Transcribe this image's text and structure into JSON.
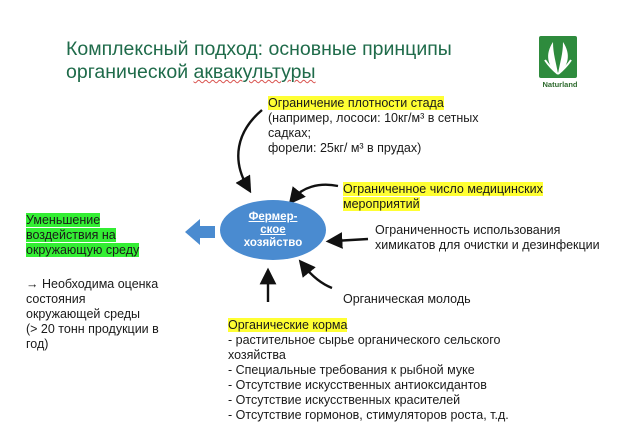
{
  "title": {
    "line1": "Комплексный подход: основные принципы",
    "line2_prefix": "органической ",
    "line2_underlined": "аквакультуры"
  },
  "logo": {
    "text": "Naturland",
    "icon": "naturland-leaf-logo"
  },
  "center": {
    "line1": "Фермер-",
    "line2": "ское",
    "line3": "хозяйство"
  },
  "stocking": {
    "heading": "Ограничение плотности стада",
    "lines": [
      "(например, лососи: 10кг/м³ в сетных",
      "садках;",
      "форели: 25кг/ м³ в прудах)"
    ]
  },
  "medical": {
    "lines": [
      "Ограниченное число медицинских",
      "мероприятий"
    ]
  },
  "chemicals": {
    "lines": [
      "Ограниченность использования",
      "химикатов для очистки и дезинфекции"
    ]
  },
  "juveniles": {
    "label": "Органическая молодь"
  },
  "feed": {
    "heading": "Органические корма",
    "lines": [
      "- растительное сырье органического сельского",
      "хозяйства",
      "- Специальные требования к рыбной муке",
      "- Отсутствие искусственных антиоксидантов",
      "- Отсутствие искусственных красителей",
      "- Отсутствие гормонов, стимуляторов роста, т.д."
    ]
  },
  "impact": {
    "heading_lines": [
      "Уменьшение",
      "воздействия на",
      "окружающую среду"
    ],
    "note_lines": [
      "→ Необходима оценка",
      "состояния",
      "окружающей среды",
      "(> 20 тонн продукции в",
      "год)"
    ]
  },
  "colors": {
    "highlight_yellow": "#ffff33",
    "highlight_green": "#33ee33",
    "hub": "#4a8bd0",
    "title": "#1f6b4a"
  }
}
